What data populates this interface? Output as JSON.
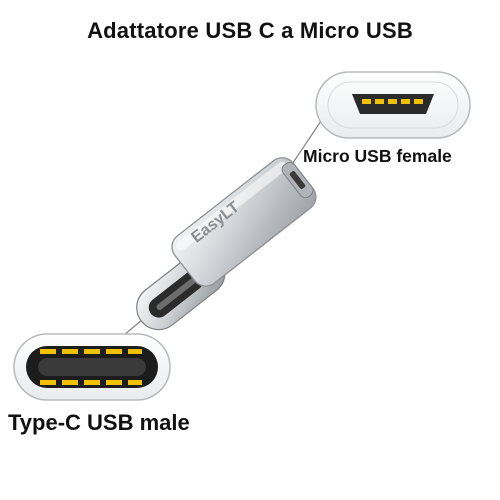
{
  "title": "Adattatore USB C a Micro USB",
  "labels": {
    "micro_usb": "Micro USB female",
    "type_c": "Type-C USB male"
  },
  "brand_mark": "EasyLT",
  "colors": {
    "background": "#ffffff",
    "text": "#111111",
    "aluminum": "#c9cdd1",
    "connector_pins": "#f2c200"
  }
}
